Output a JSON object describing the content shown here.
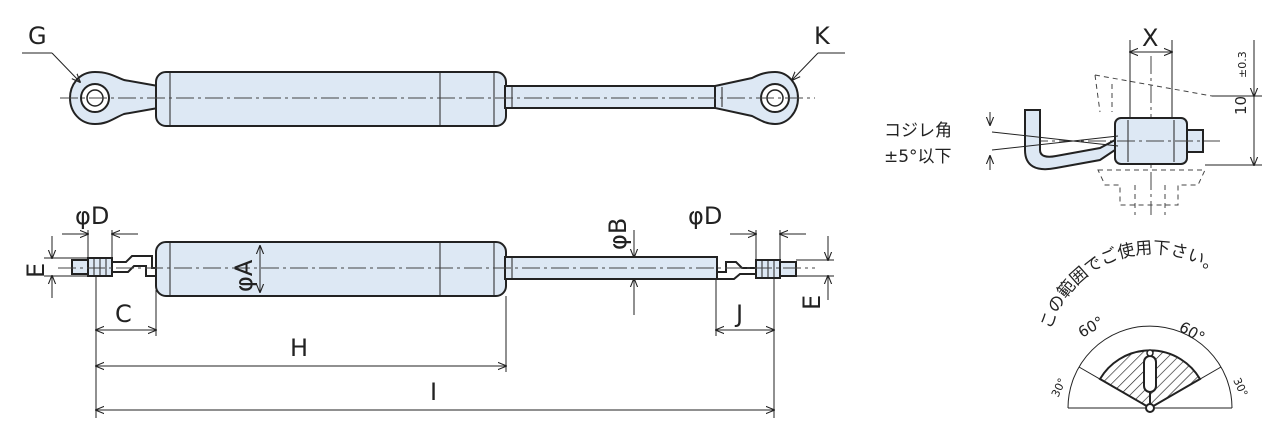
{
  "labels": {
    "G": "G",
    "K": "K",
    "phiD_left": "φD",
    "phiD_right": "φD",
    "phiB": "φB",
    "phiA": "φA",
    "E_left": "E",
    "E_right": "E",
    "C": "C",
    "H": "H",
    "I": "I",
    "J": "J",
    "X": "X",
    "ten": "10",
    "tol": "±0.3",
    "twist_line1": "コジレ角",
    "twist_line2": "±5°以下",
    "usage_note": "この範囲でご使用下さい。",
    "angle_60_left": "60°",
    "angle_60_right": "60°",
    "angle_30_left": "30°",
    "angle_30_right": "30°"
  },
  "colors": {
    "body_fill": "#dde8f4",
    "line": "#222222"
  }
}
